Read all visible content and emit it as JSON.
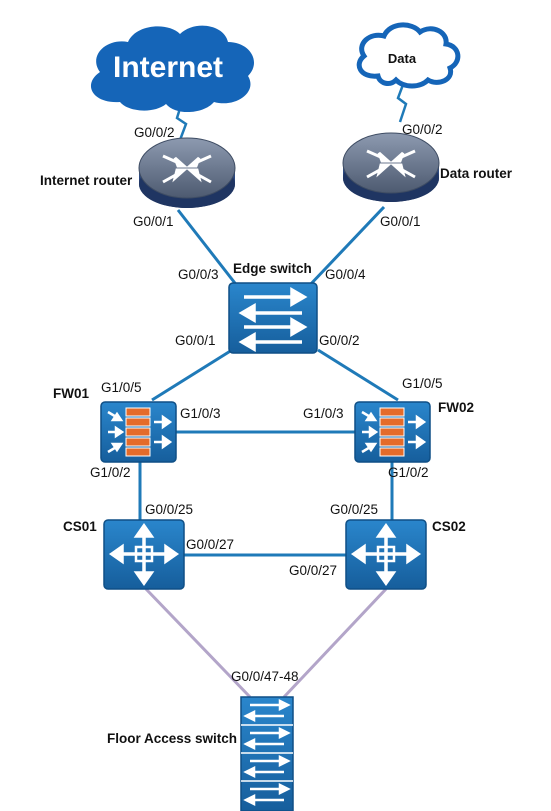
{
  "clouds": {
    "internet": "Internet",
    "data": "Data"
  },
  "devices": {
    "internet_router": "Internet router",
    "data_router": "Data router",
    "edge_switch": "Edge  switch",
    "fw01": "FW01",
    "fw02": "FW02",
    "cs01": "CS01",
    "cs02": "CS02",
    "floor_access_switch": "Floor Access switch"
  },
  "ports": {
    "internet_router_up": "G0/0/2",
    "internet_router_down": "G0/0/1",
    "data_router_up": "G0/0/2",
    "data_router_down": "G0/0/1",
    "edge_to_internet": "G0/0/3",
    "edge_to_data": "G0/0/4",
    "edge_to_fw01": "G0/0/1",
    "edge_to_fw02": "G0/0/2",
    "fw01_up": "G1/0/5",
    "fw01_right": "G1/0/3",
    "fw01_down": "G1/0/2",
    "fw02_up": "G1/0/5",
    "fw02_left": "G1/0/3",
    "fw02_down": "G1/0/2",
    "cs01_up": "G0/0/25",
    "cs01_right": "G0/0/27",
    "cs02_up": "G0/0/25",
    "cs02_left": "G0/0/27",
    "floor_up": "G0/0/47-48"
  },
  "colors": {
    "link_blue": "#1f7ab8",
    "link_purple": "#b3a5c9",
    "device_blue": "#1d6fb3",
    "cloud_blue": "#1565b8",
    "router_grey": "#6b7a90",
    "firewall_orange": "#e46b2a"
  }
}
